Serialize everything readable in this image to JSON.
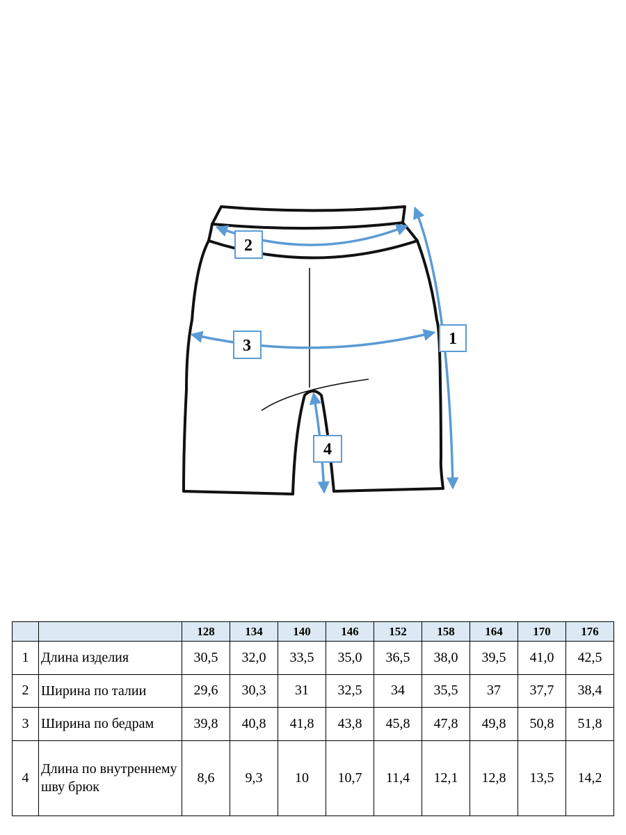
{
  "diagram": {
    "labels": [
      "1",
      "2",
      "3",
      "4"
    ],
    "colors": {
      "outline": "#111111",
      "arrow": "#5b9bd5",
      "header_bg": "#dce9f5"
    }
  },
  "table": {
    "sizes": [
      "128",
      "134",
      "140",
      "146",
      "152",
      "158",
      "164",
      "170",
      "176"
    ],
    "rows": [
      {
        "num": "1",
        "name": "Длина изделия",
        "values": [
          "30,5",
          "32,0",
          "33,5",
          "35,0",
          "36,5",
          "38,0",
          "39,5",
          "41,0",
          "42,5"
        ]
      },
      {
        "num": "2",
        "name": "Ширина по талии",
        "values": [
          "29,6",
          "30,3",
          "31",
          "32,5",
          "34",
          "35,5",
          "37",
          "37,7",
          "38,4"
        ]
      },
      {
        "num": "3",
        "name": "Ширина по бедрам",
        "values": [
          "39,8",
          "40,8",
          "41,8",
          "43,8",
          "45,8",
          "47,8",
          "49,8",
          "50,8",
          "51,8"
        ]
      },
      {
        "num": "4",
        "name": "Длина по внутреннему шву брюк",
        "values": [
          "8,6",
          "9,3",
          "10",
          "10,7",
          "11,4",
          "12,1",
          "12,8",
          "13,5",
          "14,2"
        ]
      }
    ]
  }
}
